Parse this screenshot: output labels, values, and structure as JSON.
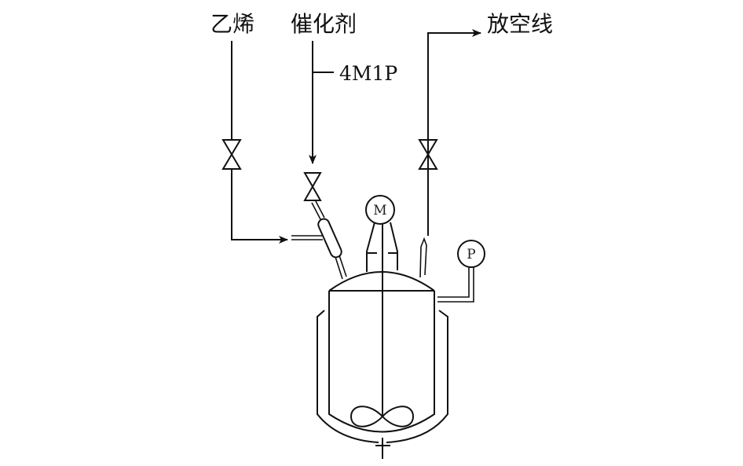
{
  "labels": {
    "ethylene": "乙烯",
    "catalyst": "催化剂",
    "vent": "放空线",
    "comonomer": "4M1P"
  },
  "instruments": {
    "motor": "M",
    "pressure": "P"
  }
}
